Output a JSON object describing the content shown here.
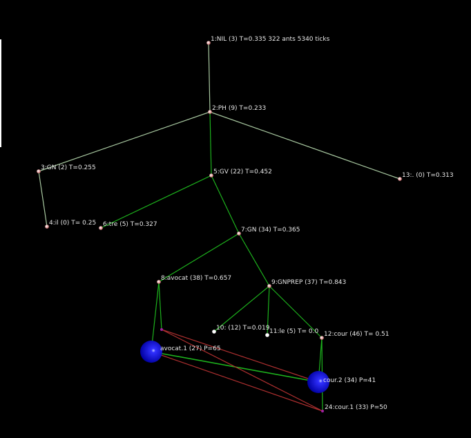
{
  "colors": {
    "background": "#000000",
    "tree_edge": "#a8c8a0",
    "green_edge": "#1db31d",
    "red_edge": "#b03030",
    "node": "#e8a0a0",
    "leaf": "#ffffff",
    "sphere": "#1010e0",
    "word_node": "#a020a0"
  },
  "nodes": [
    {
      "id": "1",
      "label": "1:NIL (3) T=0.335  322 ants 5340 ticks",
      "kind": "node"
    },
    {
      "id": "2",
      "label": "2:PH (9) T=0.233",
      "kind": "node"
    },
    {
      "id": "3",
      "label": "3:GN (2) T=0.255",
      "kind": "node"
    },
    {
      "id": "4",
      "label": "4:il (0) T= 0.25",
      "kind": "node"
    },
    {
      "id": "5",
      "label": "5:GV (22) T=0.452",
      "kind": "node"
    },
    {
      "id": "6",
      "label": "6:tre (5) T=0.327",
      "kind": "node"
    },
    {
      "id": "7",
      "label": "7:GN (34) T=0.365",
      "kind": "node"
    },
    {
      "id": "8",
      "label": "8:avocat (38) T=0.657",
      "kind": "node"
    },
    {
      "id": "9",
      "label": "9:GNPREP (37) T=0.843",
      "kind": "node"
    },
    {
      "id": "10",
      "label": "10: (12) T=0.019",
      "kind": "leaf"
    },
    {
      "id": "11",
      "label": "11:le (5) T=  0.0",
      "kind": "leaf"
    },
    {
      "id": "12",
      "label": "12:cour (46) T= 0.51",
      "kind": "node"
    },
    {
      "id": "13",
      "label": "13:. (0) T=0.313",
      "kind": "node"
    },
    {
      "id": "s",
      "label": "",
      "kind": "word"
    },
    {
      "id": "av1",
      "label": "avocat.1 (27) P=65",
      "kind": "sphere"
    },
    {
      "id": "c2",
      "label": "cour.2 (34) P=41",
      "kind": "sphere"
    },
    {
      "id": "24",
      "label": "24:cour.1 (33) P=50",
      "kind": "word"
    }
  ],
  "edges": [
    [
      "1",
      "2",
      "tree"
    ],
    [
      "2",
      "3",
      "tree"
    ],
    [
      "2",
      "13",
      "tree"
    ],
    [
      "3",
      "4",
      "tree"
    ],
    [
      "2",
      "5",
      "green"
    ],
    [
      "5",
      "6",
      "green"
    ],
    [
      "5",
      "7",
      "green"
    ],
    [
      "7",
      "8",
      "green"
    ],
    [
      "7",
      "9",
      "green"
    ],
    [
      "9",
      "10",
      "green"
    ],
    [
      "9",
      "11",
      "green"
    ],
    [
      "9",
      "12",
      "green"
    ],
    [
      "8",
      "av1",
      "green"
    ],
    [
      "8",
      "s",
      "green"
    ],
    [
      "12",
      "c2",
      "green"
    ],
    [
      "12",
      "24",
      "green"
    ],
    [
      "av1",
      "c2",
      "green"
    ],
    [
      "s",
      "c2",
      "red"
    ],
    [
      "s",
      "24",
      "red"
    ],
    [
      "av1",
      "24",
      "red"
    ]
  ]
}
